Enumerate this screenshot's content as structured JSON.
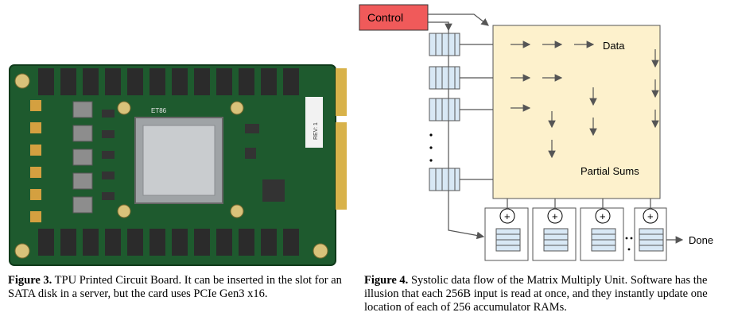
{
  "figure3": {
    "label": "Figure 3.",
    "caption": " TPU Printed Circuit Board. It can be inserted in the slot for an SATA disk in a server, but the card uses PCIe Gen3 x16.",
    "chip_marking": "ET86",
    "rev_marking": "REV: 1"
  },
  "figure4": {
    "label": "Figure 4.",
    "caption": " Systolic data flow of the Matrix Multiply Unit. Software has the illusion that each 256B input is read at once, and they instantly update one location of each of 256 accumulator RAMs.",
    "control_label": "Control",
    "data_label": "Data",
    "partial_sums_label": "Partial Sums",
    "done_label": "Done",
    "colors": {
      "control": "#f05a5a",
      "matrix": "#fdf1cc",
      "queue": "#d8e8f5"
    }
  }
}
